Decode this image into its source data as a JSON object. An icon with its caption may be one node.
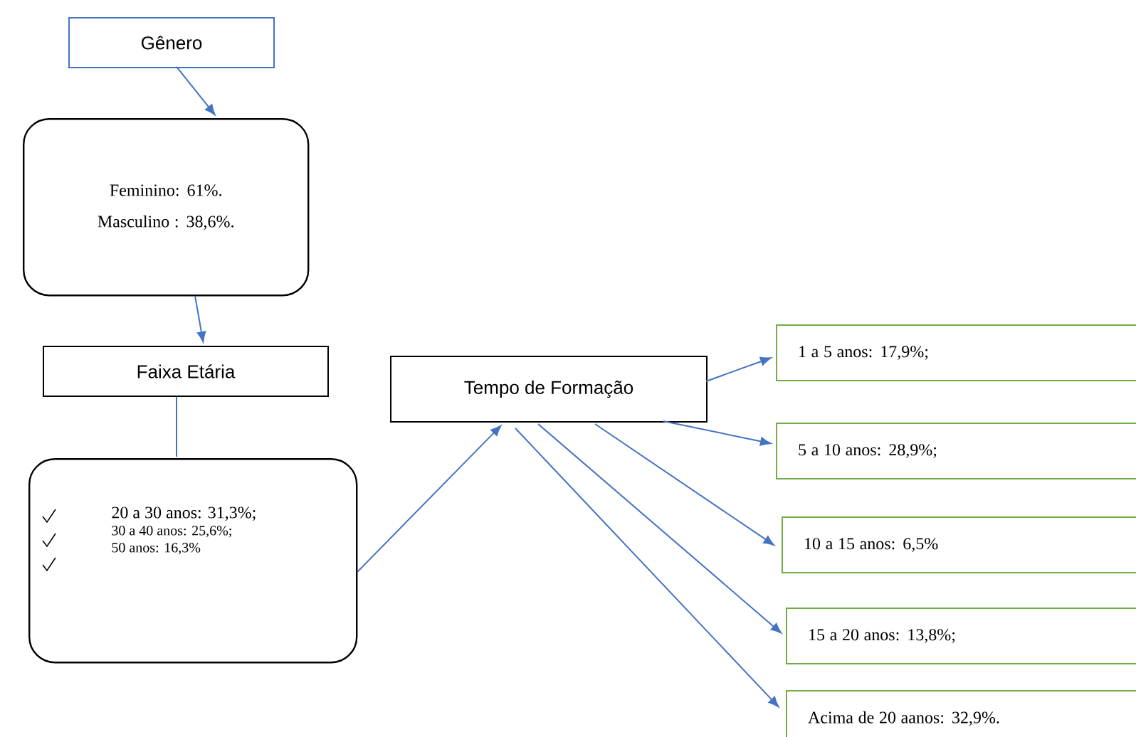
{
  "diagram": {
    "nodes": [
      {
        "text": [
          "Gênero"
        ]
      },
      {
        "text": [
          "Feminino: 61%.",
          "Masculino : 38,6%."
        ]
      },
      {
        "text": [
          "Faixa Etária"
        ]
      },
      {
        "text": [
          "20 a 30 anos: 31,3%;",
          "30 a 40 anos: 25,6%;",
          "50 anos: 16,3%"
        ]
      },
      {
        "text": [
          "Tempo de Formação"
        ]
      },
      {
        "text": [
          "1 a 5 anos: 17,9%;"
        ]
      },
      {
        "text": [
          "5 a 10 anos: 28,9%;"
        ]
      },
      {
        "text": [
          "10 a 15 anos: 6,5%"
        ]
      },
      {
        "text": [
          "15 a 20 anos: 13,8%;"
        ]
      },
      {
        "text": [
          "Acima de 20 aanos: 32,9%."
        ]
      }
    ],
    "edges": [
      {
        "from": 0,
        "to": 1,
        "arrow": "to"
      },
      {
        "from": 1,
        "to": 2,
        "arrow": "to"
      },
      {
        "from": 2,
        "to": 3,
        "arrow": "none"
      },
      {
        "from": 3,
        "to": 4,
        "arrow": "to"
      },
      {
        "from": 4,
        "to": 5,
        "arrow": "to"
      },
      {
        "from": 4,
        "to": 6,
        "arrow": "to"
      },
      {
        "from": 4,
        "to": 7,
        "arrow": "to"
      },
      {
        "from": 4,
        "to": 8,
        "arrow": "to"
      },
      {
        "from": 4,
        "to": 9,
        "arrow": "to"
      }
    ]
  }
}
